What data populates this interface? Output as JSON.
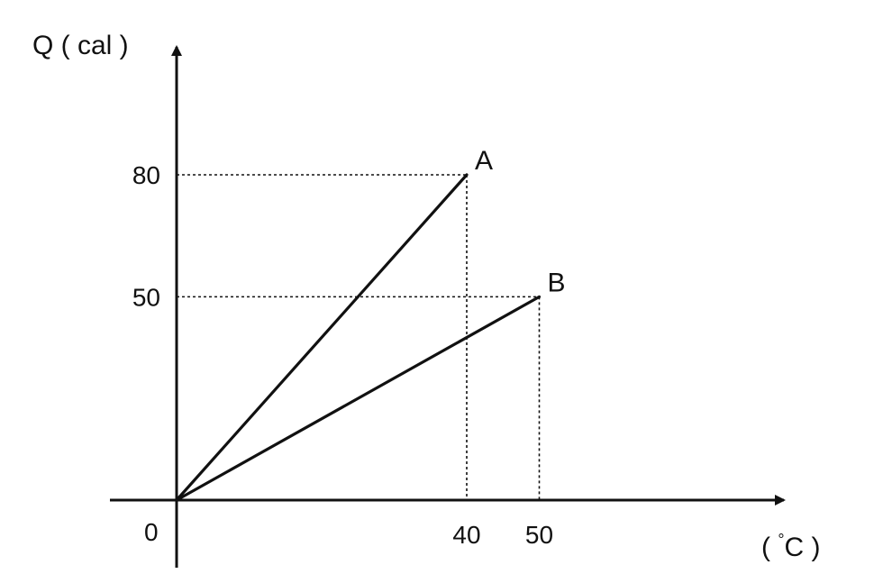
{
  "chart_data": {
    "type": "line",
    "ylabel": "Q ( cal )",
    "xlabel_prefix": "( ",
    "xlabel_unit": "C )",
    "xlabel_degree": "°",
    "origin_label": "0",
    "xlim": [
      0,
      60
    ],
    "ylim": [
      0,
      100
    ],
    "x_ticks": [
      40,
      50
    ],
    "y_ticks": [
      50,
      80
    ],
    "grid": false,
    "reference_lines": "dashed",
    "series": [
      {
        "name": "A",
        "x": [
          0,
          40
        ],
        "y": [
          0,
          80
        ]
      },
      {
        "name": "B",
        "x": [
          0,
          50
        ],
        "y": [
          0,
          50
        ]
      }
    ],
    "colors": {
      "ink": "#111111",
      "background": "#ffffff"
    }
  }
}
